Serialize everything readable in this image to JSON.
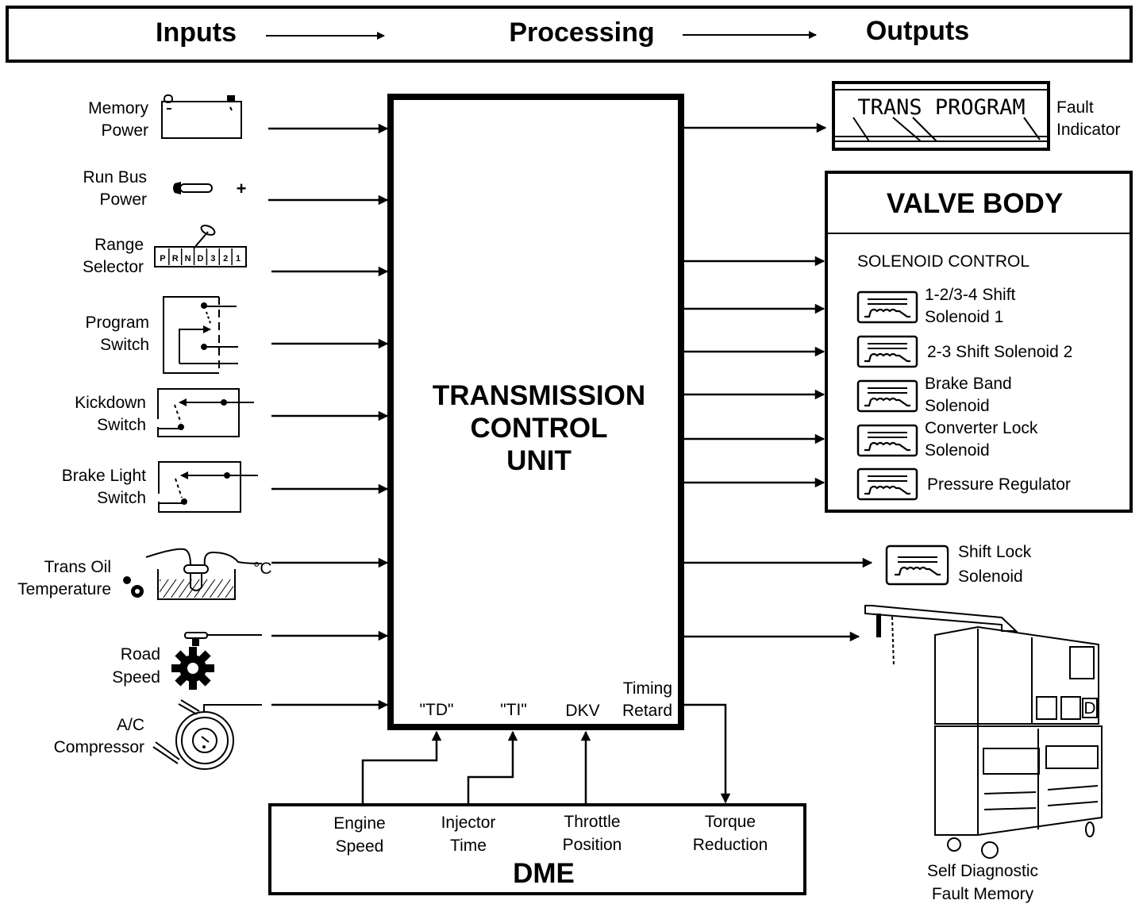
{
  "header": {
    "stages": [
      "Inputs",
      "Processing",
      "Outputs"
    ]
  },
  "inputs": [
    {
      "id": "memory-power",
      "lines": [
        "Memory",
        "Power"
      ],
      "icon": "battery-icon"
    },
    {
      "id": "run-bus-power",
      "lines": [
        "Run Bus",
        "Power"
      ],
      "icon": "ignition-key-icon",
      "extra": "+"
    },
    {
      "id": "range-selector",
      "lines": [
        "Range",
        "Selector"
      ],
      "icon": "gear-selector-icon",
      "positions": [
        "P",
        "R",
        "N",
        "D",
        "3",
        "2",
        "1"
      ]
    },
    {
      "id": "program-switch",
      "lines": [
        "Program",
        "Switch"
      ],
      "icon": "switch-icon"
    },
    {
      "id": "kickdown-switch",
      "lines": [
        "Kickdown",
        "Switch"
      ],
      "icon": "switch-icon"
    },
    {
      "id": "brake-light-switch",
      "lines": [
        "Brake Light",
        "Switch"
      ],
      "icon": "switch-icon"
    },
    {
      "id": "trans-oil-temperature",
      "lines": [
        "Trans Oil",
        "Temperature"
      ],
      "icon": "temperature-sensor-icon",
      "unit": "°C"
    },
    {
      "id": "road-speed",
      "lines": [
        "Road",
        "Speed"
      ],
      "icon": "speed-sensor-wheel-icon"
    },
    {
      "id": "ac-compressor",
      "lines": [
        "A/C",
        "Compressor"
      ],
      "icon": "compressor-pulley-icon"
    }
  ],
  "tcu": {
    "title_lines": [
      "TRANSMISSION",
      "CONTROL",
      "UNIT"
    ],
    "bottom_ports": [
      {
        "id": "td",
        "lines": [
          "\"TD\""
        ]
      },
      {
        "id": "ti",
        "lines": [
          "\"TI\""
        ]
      },
      {
        "id": "dkv",
        "lines": [
          "DKV"
        ]
      },
      {
        "id": "timing-retard",
        "lines": [
          "Timing",
          "Retard"
        ]
      }
    ]
  },
  "dme": {
    "title": "DME",
    "signals": [
      {
        "id": "engine-speed",
        "lines": [
          "Engine",
          "Speed"
        ],
        "direction": "to-tcu"
      },
      {
        "id": "injector-time",
        "lines": [
          "Injector",
          "Time"
        ],
        "direction": "to-tcu"
      },
      {
        "id": "throttle-position",
        "lines": [
          "Throttle",
          "Position"
        ],
        "direction": "to-tcu"
      },
      {
        "id": "torque-reduction",
        "lines": [
          "Torque",
          "Reduction"
        ],
        "direction": "to-dme"
      }
    ]
  },
  "outputs": {
    "fault_indicator": {
      "display_text": "TRANS PROGRAM",
      "lines": [
        "Fault",
        "Indicator"
      ]
    },
    "valve_body": {
      "title": "VALVE BODY",
      "subtitle": "SOLENOID CONTROL",
      "solenoids": [
        {
          "id": "shift-solenoid-1",
          "lines": [
            "1-2/3-4 Shift",
            "Solenoid 1"
          ]
        },
        {
          "id": "shift-solenoid-2",
          "lines": [
            "2-3 Shift Solenoid 2"
          ]
        },
        {
          "id": "brake-band-solenoid",
          "lines": [
            "Brake Band",
            "Solenoid"
          ]
        },
        {
          "id": "converter-lock-solenoid",
          "lines": [
            "Converter Lock",
            "Solenoid"
          ]
        },
        {
          "id": "pressure-regulator",
          "lines": [
            "Pressure Regulator"
          ]
        }
      ]
    },
    "shift_lock": {
      "lines": [
        "Shift Lock",
        "Solenoid"
      ]
    },
    "diagnostic": {
      "lines": [
        "Self Diagnostic",
        "Fault Memory"
      ],
      "tester_key": "D"
    }
  }
}
